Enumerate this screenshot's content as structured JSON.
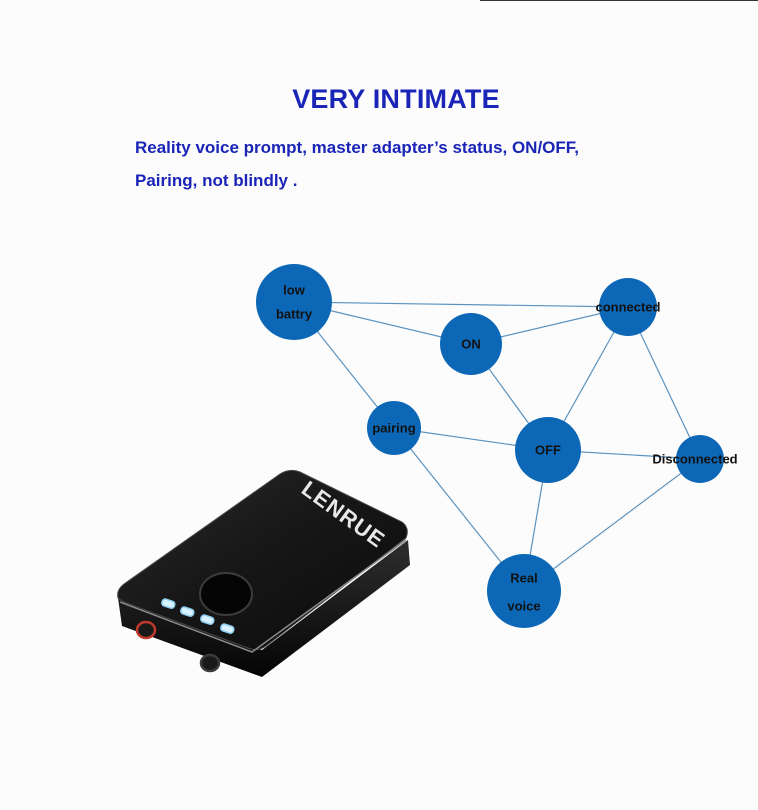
{
  "headline": "VERY INTIMATE",
  "description": {
    "line1": "Reality voice prompt, master adapter’s status, ON/OFF,",
    "line2": "Pairing, not blindly ."
  },
  "diagram": {
    "node_color": "#0c68b6",
    "edge_color": "#5b93c0",
    "nodes": [
      {
        "id": "low-battry",
        "lines": [
          "low",
          "battry"
        ]
      },
      {
        "id": "on",
        "lines": [
          "ON"
        ]
      },
      {
        "id": "connected",
        "lines": [
          "connected"
        ]
      },
      {
        "id": "pairing",
        "lines": [
          "pairing"
        ]
      },
      {
        "id": "off",
        "lines": [
          "OFF"
        ]
      },
      {
        "id": "disconnected",
        "lines": [
          "Disconnected"
        ]
      },
      {
        "id": "real-voice",
        "lines": [
          "Real",
          "voice"
        ]
      }
    ],
    "edges": [
      [
        "low-battry",
        "connected"
      ],
      [
        "low-battry",
        "on"
      ],
      [
        "low-battry",
        "pairing"
      ],
      [
        "on",
        "connected"
      ],
      [
        "on",
        "off"
      ],
      [
        "connected",
        "off"
      ],
      [
        "connected",
        "disconnected"
      ],
      [
        "pairing",
        "off"
      ],
      [
        "pairing",
        "real-voice"
      ],
      [
        "off",
        "disconnected"
      ],
      [
        "off",
        "real-voice"
      ],
      [
        "disconnected",
        "real-voice"
      ]
    ]
  },
  "device": {
    "brand": "LENRUE",
    "led_count": 4
  }
}
